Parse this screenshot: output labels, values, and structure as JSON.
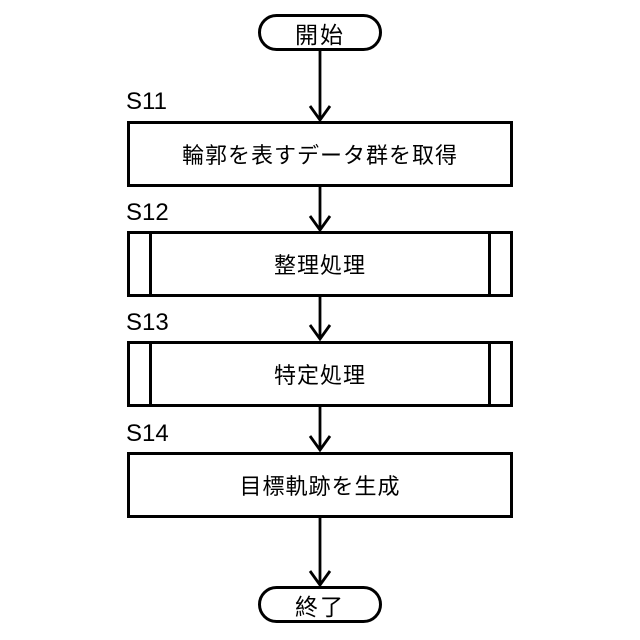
{
  "flowchart": {
    "start": {
      "label": "開始"
    },
    "end": {
      "label": "終了"
    },
    "steps": [
      {
        "id": "S11",
        "label": "輪郭を表すデータ群を取得",
        "type": "process"
      },
      {
        "id": "S12",
        "label": "整理処理",
        "type": "subroutine"
      },
      {
        "id": "S13",
        "label": "特定処理",
        "type": "subroutine"
      },
      {
        "id": "S14",
        "label": "目標軌跡を生成",
        "type": "process"
      }
    ],
    "colors": {
      "stroke": "#000000",
      "background": "#ffffff"
    }
  }
}
